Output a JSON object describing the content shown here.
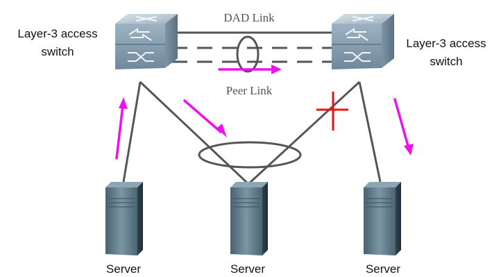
{
  "labels": {
    "switch_left_line1": "Layer-3 access",
    "switch_left_line2": "switch",
    "switch_right_line1": "Layer-3 access",
    "switch_right_line2": "switch",
    "dad_link": "DAD Link",
    "peer_link": "Peer Link",
    "server_left": "Server",
    "server_middle": "Server",
    "server_right": "Server"
  },
  "colors": {
    "link_line": "#555555",
    "traffic_arrow": "#ee10ee",
    "failure_mark": "#ee1111",
    "switch_body": "#8aa3b6",
    "server_body": "#5e7a88"
  },
  "icons": {
    "switch": "layer3-switch-icon",
    "server": "server-tower-icon",
    "failure": "red-cross-icon"
  }
}
